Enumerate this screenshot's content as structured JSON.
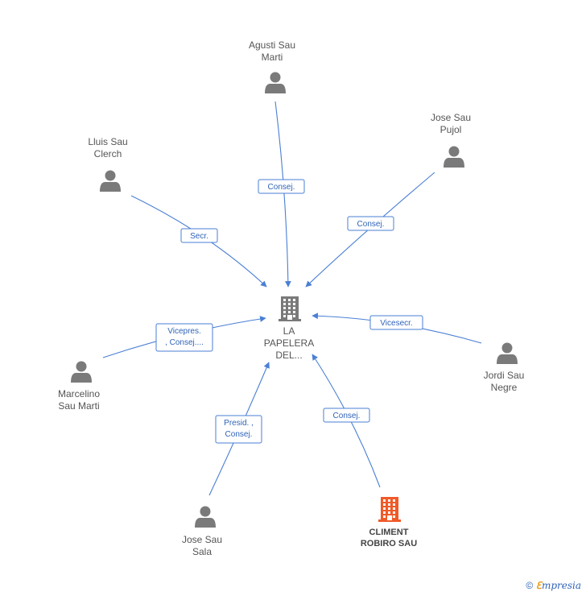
{
  "center": {
    "name_lines": [
      "LA",
      "PAPELERA",
      "DEL..."
    ]
  },
  "people": [
    {
      "id": "agusti",
      "name_lines": [
        "Agusti Sau",
        "Marti"
      ]
    },
    {
      "id": "jose-pujol",
      "name_lines": [
        "Jose Sau",
        "Pujol"
      ]
    },
    {
      "id": "lluis",
      "name_lines": [
        "Lluis Sau",
        "Clerch"
      ]
    },
    {
      "id": "jordi",
      "name_lines": [
        "Jordi Sau",
        "Negre"
      ]
    },
    {
      "id": "marcelino",
      "name_lines": [
        "Marcelino",
        "Sau Marti"
      ]
    },
    {
      "id": "jose-sala",
      "name_lines": [
        "Jose Sau",
        "Sala"
      ]
    }
  ],
  "company": {
    "id": "climent",
    "name_lines": [
      "CLIMENT",
      "ROBIRO SAU"
    ]
  },
  "edges": [
    {
      "id": "agusti",
      "label_lines": [
        "Consej."
      ]
    },
    {
      "id": "jose-pujol",
      "label_lines": [
        "Consej."
      ]
    },
    {
      "id": "lluis",
      "label_lines": [
        "Secr."
      ]
    },
    {
      "id": "jordi",
      "label_lines": [
        "Vicesecr."
      ]
    },
    {
      "id": "marcelino",
      "label_lines": [
        "Vicepres.",
        ", Consej...."
      ]
    },
    {
      "id": "jose-sala",
      "label_lines": [
        "Presid. ,",
        "Consej."
      ]
    },
    {
      "id": "climent",
      "label_lines": [
        "Consej."
      ]
    }
  ],
  "footer": {
    "copyright": "©",
    "brand_initial": "ℇ",
    "brand_rest": "mpresia"
  },
  "colors": {
    "edge": "#4a7fd4",
    "person": "#7a7a7a",
    "company_highlight": "#f05a28"
  }
}
